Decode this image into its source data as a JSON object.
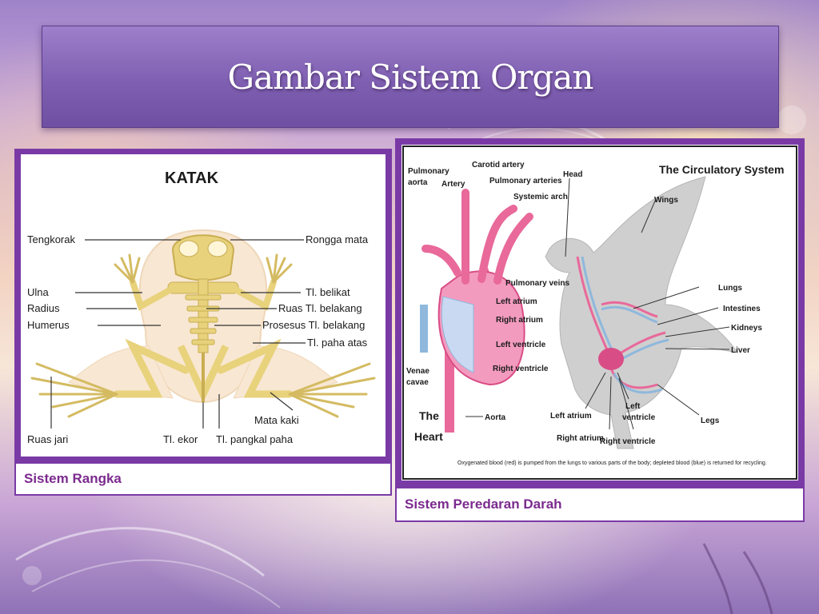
{
  "slide": {
    "title": "Gambar Sistem Organ"
  },
  "left_panel": {
    "caption": "Sistem Rangka",
    "diagram_title": "KATAK",
    "labels": {
      "tengkorak": "Tengkorak",
      "ulna": "Ulna",
      "radius": "Radius",
      "humerus": "Humerus",
      "ruas_jari": "Ruas jari",
      "rongga_mata": "Rongga mata",
      "tl_belikat": "Tl. belikat",
      "ruas_tl_belakang": "Ruas Tl. belakang",
      "prosesus_tl_belakang": "Prosesus Tl. belakang",
      "tl_paha_atas": "Tl. paha atas",
      "mata_kaki": "Mata kaki",
      "tl_ekor": "Tl. ekor",
      "tl_pangkal_paha": "Tl. pangkal paha"
    }
  },
  "right_panel": {
    "caption": "Sistem Peredaran Darah",
    "diagram_title": "The Circulatory System",
    "labels": {
      "pulmonary_aorta_1": "Pulmonary",
      "pulmonary_aorta_2": "aorta",
      "artery": "Artery",
      "carotid_artery": "Carotid artery",
      "pulmonary_arteries": "Pulmonary arteries",
      "systemic_arch": "Systemic arch",
      "head": "Head",
      "wings": "Wings",
      "pulmonary_veins": "Pulmonary veins",
      "left_atrium": "Left atrium",
      "right_atrium": "Right atrium",
      "left_ventricle": "Left ventricle",
      "right_ventricle": "Right ventricle",
      "venae_cavae_1": "Venae",
      "venae_cavae_2": "cavae",
      "aorta": "Aorta",
      "the_heart_1": "The",
      "the_heart_2": "Heart",
      "lungs": "Lungs",
      "intestines": "Intestines",
      "kidneys": "Kidneys",
      "liver": "Liver",
      "legs": "Legs",
      "bird_left_atrium": "Left atrium",
      "bird_left_ventricle_1": "Left",
      "bird_left_ventricle_2": "ventricle",
      "bird_right_atrium": "Right atrium",
      "bird_right_ventricle": "Right ventricle",
      "footnote": "Oxygenated blood (red) is pumped from the lungs to various parts of the body; depleted blood (blue) is returned for recycling."
    }
  },
  "colors": {
    "accent_purple": "#7a3aa6",
    "caption_text": "#7b2a8e",
    "bone": "#e8d27c",
    "body": "#f8e7d2",
    "heart_pink": "#e8699a",
    "vessel_blue": "#8fb8dc"
  }
}
